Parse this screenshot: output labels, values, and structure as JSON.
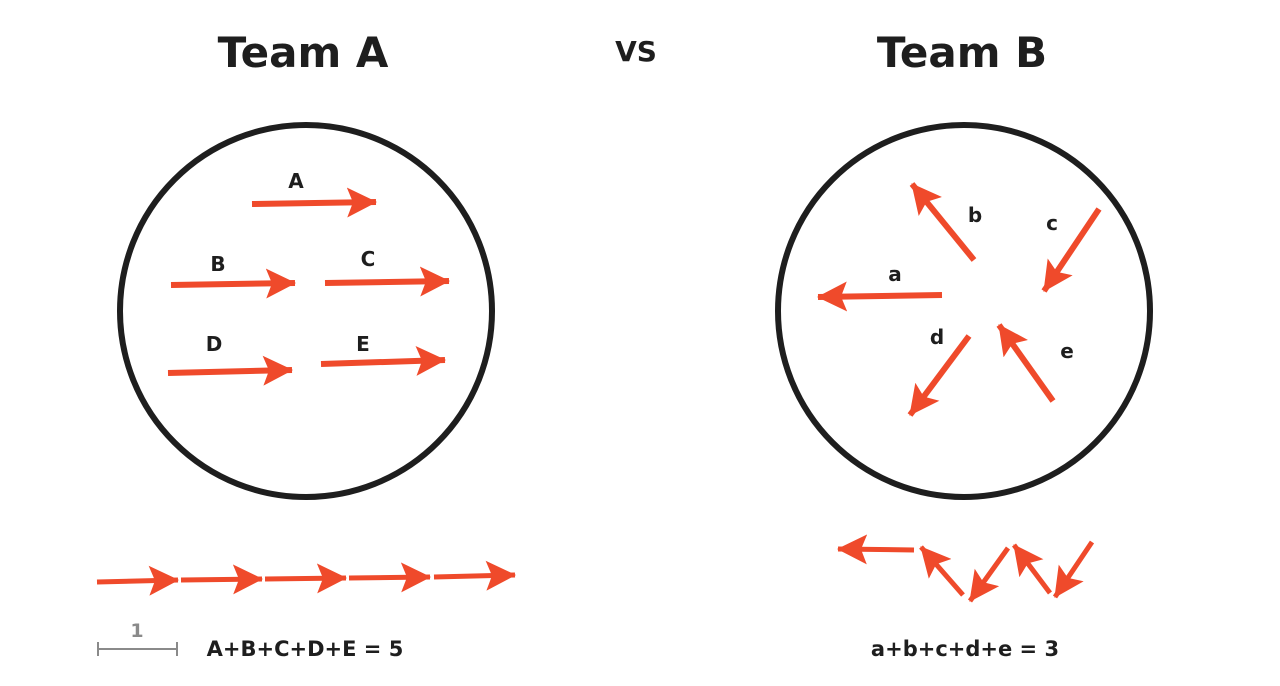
{
  "header": {
    "left_title": "Team A",
    "vs": "VS",
    "right_title": "Team B"
  },
  "team_a": {
    "labels": [
      "A",
      "B",
      "C",
      "D",
      "E"
    ],
    "equation": "A+B+C+D+E = 5"
  },
  "team_b": {
    "labels": [
      "a",
      "b",
      "c",
      "d",
      "e"
    ],
    "equation": "a+b+c+d+e = 3"
  },
  "scale": {
    "label": "1"
  },
  "colors": {
    "arrow": "#ef4a2b",
    "ink": "#1e1e1e",
    "scale": "#8a8a8a"
  }
}
